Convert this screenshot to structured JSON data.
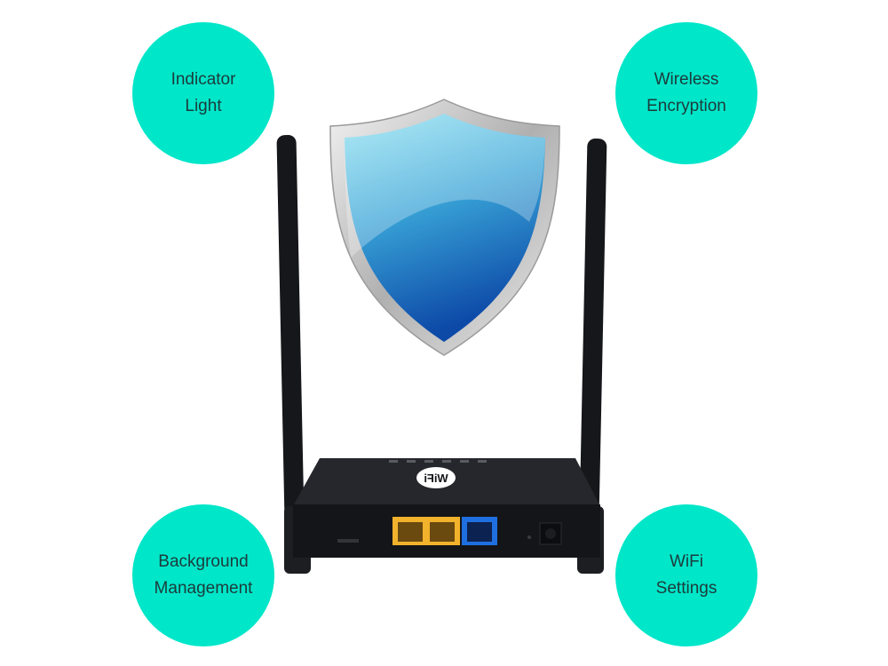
{
  "features": [
    {
      "line1": "Indicator",
      "line2": "Light"
    },
    {
      "line1": "Wireless",
      "line2": "Encryption"
    },
    {
      "line1": "Background",
      "line2": "Management"
    },
    {
      "line1": "WiFi",
      "line2": "Settings"
    }
  ],
  "colors": {
    "bubble": "#00e6c9",
    "bubble_text": "#1d3b3b",
    "router": "#1b1c20",
    "lan_ports": "#f2b22c",
    "wan_port": "#1f6fe0"
  },
  "router_logo": "WiFi"
}
